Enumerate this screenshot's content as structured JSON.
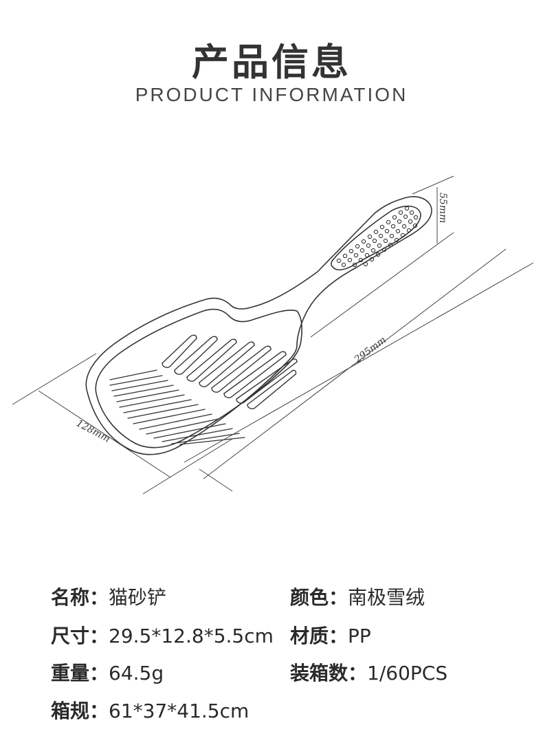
{
  "header": {
    "title_cn": "产品信息",
    "title_en": "PRODUCT INFORMATION"
  },
  "dimensions": {
    "length_label": "295mm",
    "width_label": "128mm",
    "height_label": "55mm"
  },
  "specs": [
    {
      "label": "名称：",
      "value": "猫砂铲"
    },
    {
      "label": "颜色：",
      "value": "南极雪绒"
    },
    {
      "label": "尺寸：",
      "value": "29.5*12.8*5.5cm"
    },
    {
      "label": "材质：",
      "value": "PP"
    },
    {
      "label": "重量：",
      "value": "64.5g"
    },
    {
      "label": "装箱数：",
      "value": "1/60PCS"
    },
    {
      "label": "箱规：",
      "value": "61*37*41.5cm"
    }
  ]
}
